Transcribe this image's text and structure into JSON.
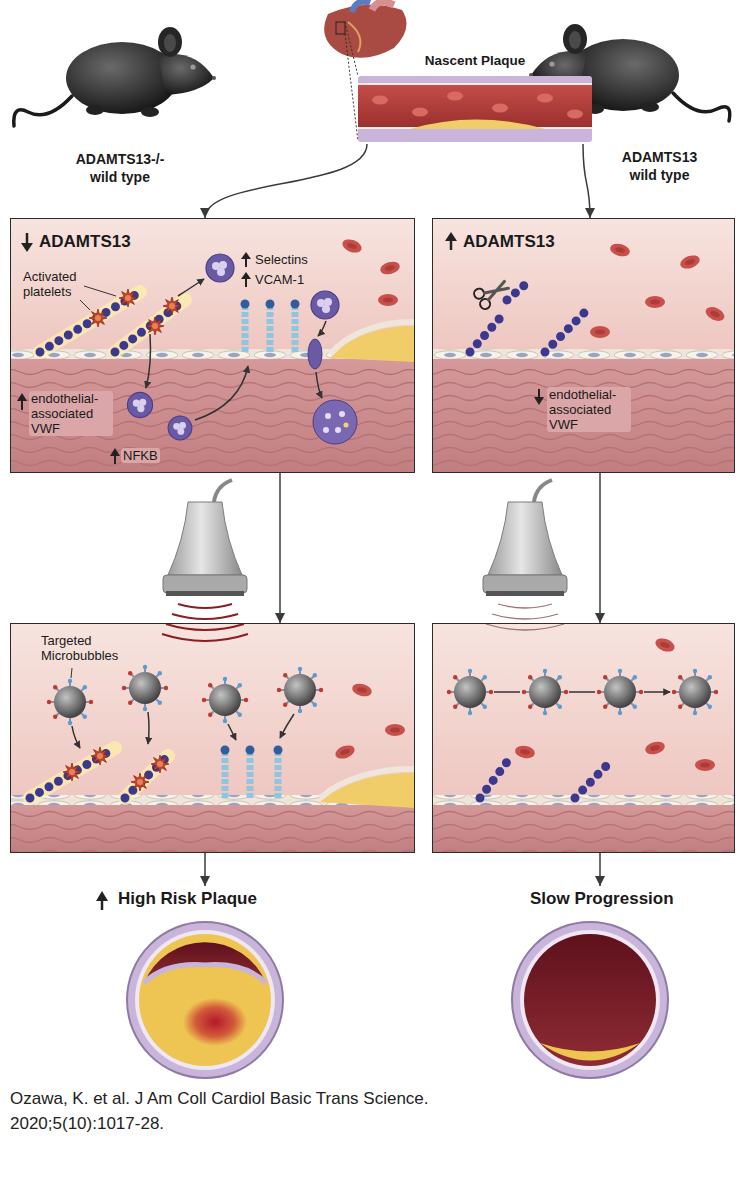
{
  "diagram": {
    "caption": "Ozawa, K. et al. J Am Coll Cardiol Basic Trans Science. 2020;5(10):1017-28.",
    "nodes": [
      {
        "text": [
          "Nascent Plaque"
        ]
      },
      {
        "text": [
          "ADAMTS13",
          "Activated platelets",
          "Selectins",
          "VCAM-1",
          "endothelial-associated VWF",
          "NFKB"
        ]
      },
      {
        "text": [
          "ADAMTS13",
          "endothelial-associated VWF"
        ]
      },
      {
        "text": [
          "Targeted Microbubbles"
        ]
      },
      {
        "text": []
      },
      {
        "text": [
          "High Risk Plaque"
        ]
      },
      {
        "text": [
          "Slow Progression"
        ]
      }
    ],
    "edges": [
      {
        "from": 0,
        "to": 1,
        "arrow": "to"
      },
      {
        "from": 0,
        "to": 2,
        "arrow": "to"
      },
      {
        "from": 1,
        "to": 3,
        "arrow": "to"
      },
      {
        "from": 2,
        "to": 4,
        "arrow": "to"
      },
      {
        "from": 3,
        "to": 5,
        "arrow": "to"
      },
      {
        "from": 4,
        "to": 6,
        "arrow": "to"
      }
    ],
    "labels": [
      "ADAMTS13-/- wild type",
      "ADAMTS13 wild type"
    ]
  }
}
